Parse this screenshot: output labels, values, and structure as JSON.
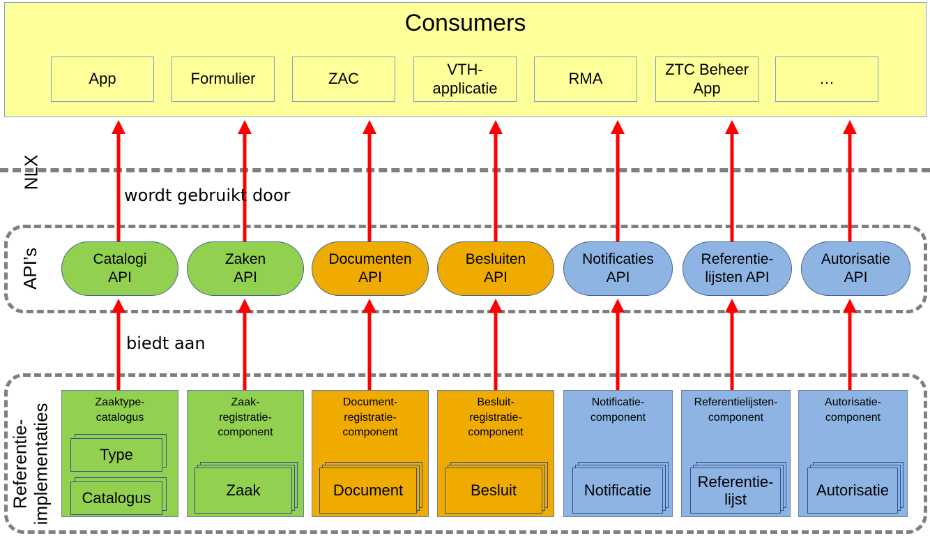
{
  "consumers": {
    "title": "Consumers",
    "items": [
      "App",
      "Formulier",
      "ZAC",
      "VTH-\napplicatie",
      "RMA",
      "ZTC Beheer\nApp",
      "…"
    ]
  },
  "layers": {
    "nlx": "NLX",
    "apis": "API’s",
    "impl": "Referentie-\nimplementaties"
  },
  "captions": {
    "used_by": "wordt gebruikt door",
    "offers": "biedt aan"
  },
  "apis": [
    {
      "label": "Catalogi\nAPI",
      "color": "#92d050"
    },
    {
      "label": "Zaken\nAPI",
      "color": "#92d050"
    },
    {
      "label": "Documenten\nAPI",
      "color": "#f0ab00"
    },
    {
      "label": "Besluiten\nAPI",
      "color": "#f0ab00"
    },
    {
      "label": "Notificaties\nAPI",
      "color": "#8db4e2"
    },
    {
      "label": "Referentie-\nlijsten API",
      "color": "#8db4e2"
    },
    {
      "label": "Autorisatie\nAPI",
      "color": "#8db4e2"
    }
  ],
  "components": [
    {
      "title": "Zaaktype-\ncatalogus",
      "cards": [
        "Type",
        "Catalogus"
      ],
      "color": "#92d050"
    },
    {
      "title": "Zaak-\nregistratie-\ncomponent",
      "cards": [
        "Zaak"
      ],
      "color": "#92d050"
    },
    {
      "title": "Document-\nregistratie-\ncomponent",
      "cards": [
        "Document"
      ],
      "color": "#f0ab00"
    },
    {
      "title": "Besluit-\nregistratie-\ncomponent",
      "cards": [
        "Besluit"
      ],
      "color": "#f0ab00"
    },
    {
      "title": "Notificatie-\ncomponent",
      "cards": [
        "Notificatie"
      ],
      "color": "#8db4e2"
    },
    {
      "title": "Referentielijsten-\ncomponent",
      "cards": [
        "Referentie-\nlijst"
      ],
      "color": "#8db4e2"
    },
    {
      "title": "Autorisatie-\ncomponent",
      "cards": [
        "Autorisatie"
      ],
      "color": "#8db4e2"
    }
  ],
  "colors": {
    "arrow": "#ff0000",
    "consumer_fill": "#ffff99",
    "dash": "#7f7f7f"
  }
}
